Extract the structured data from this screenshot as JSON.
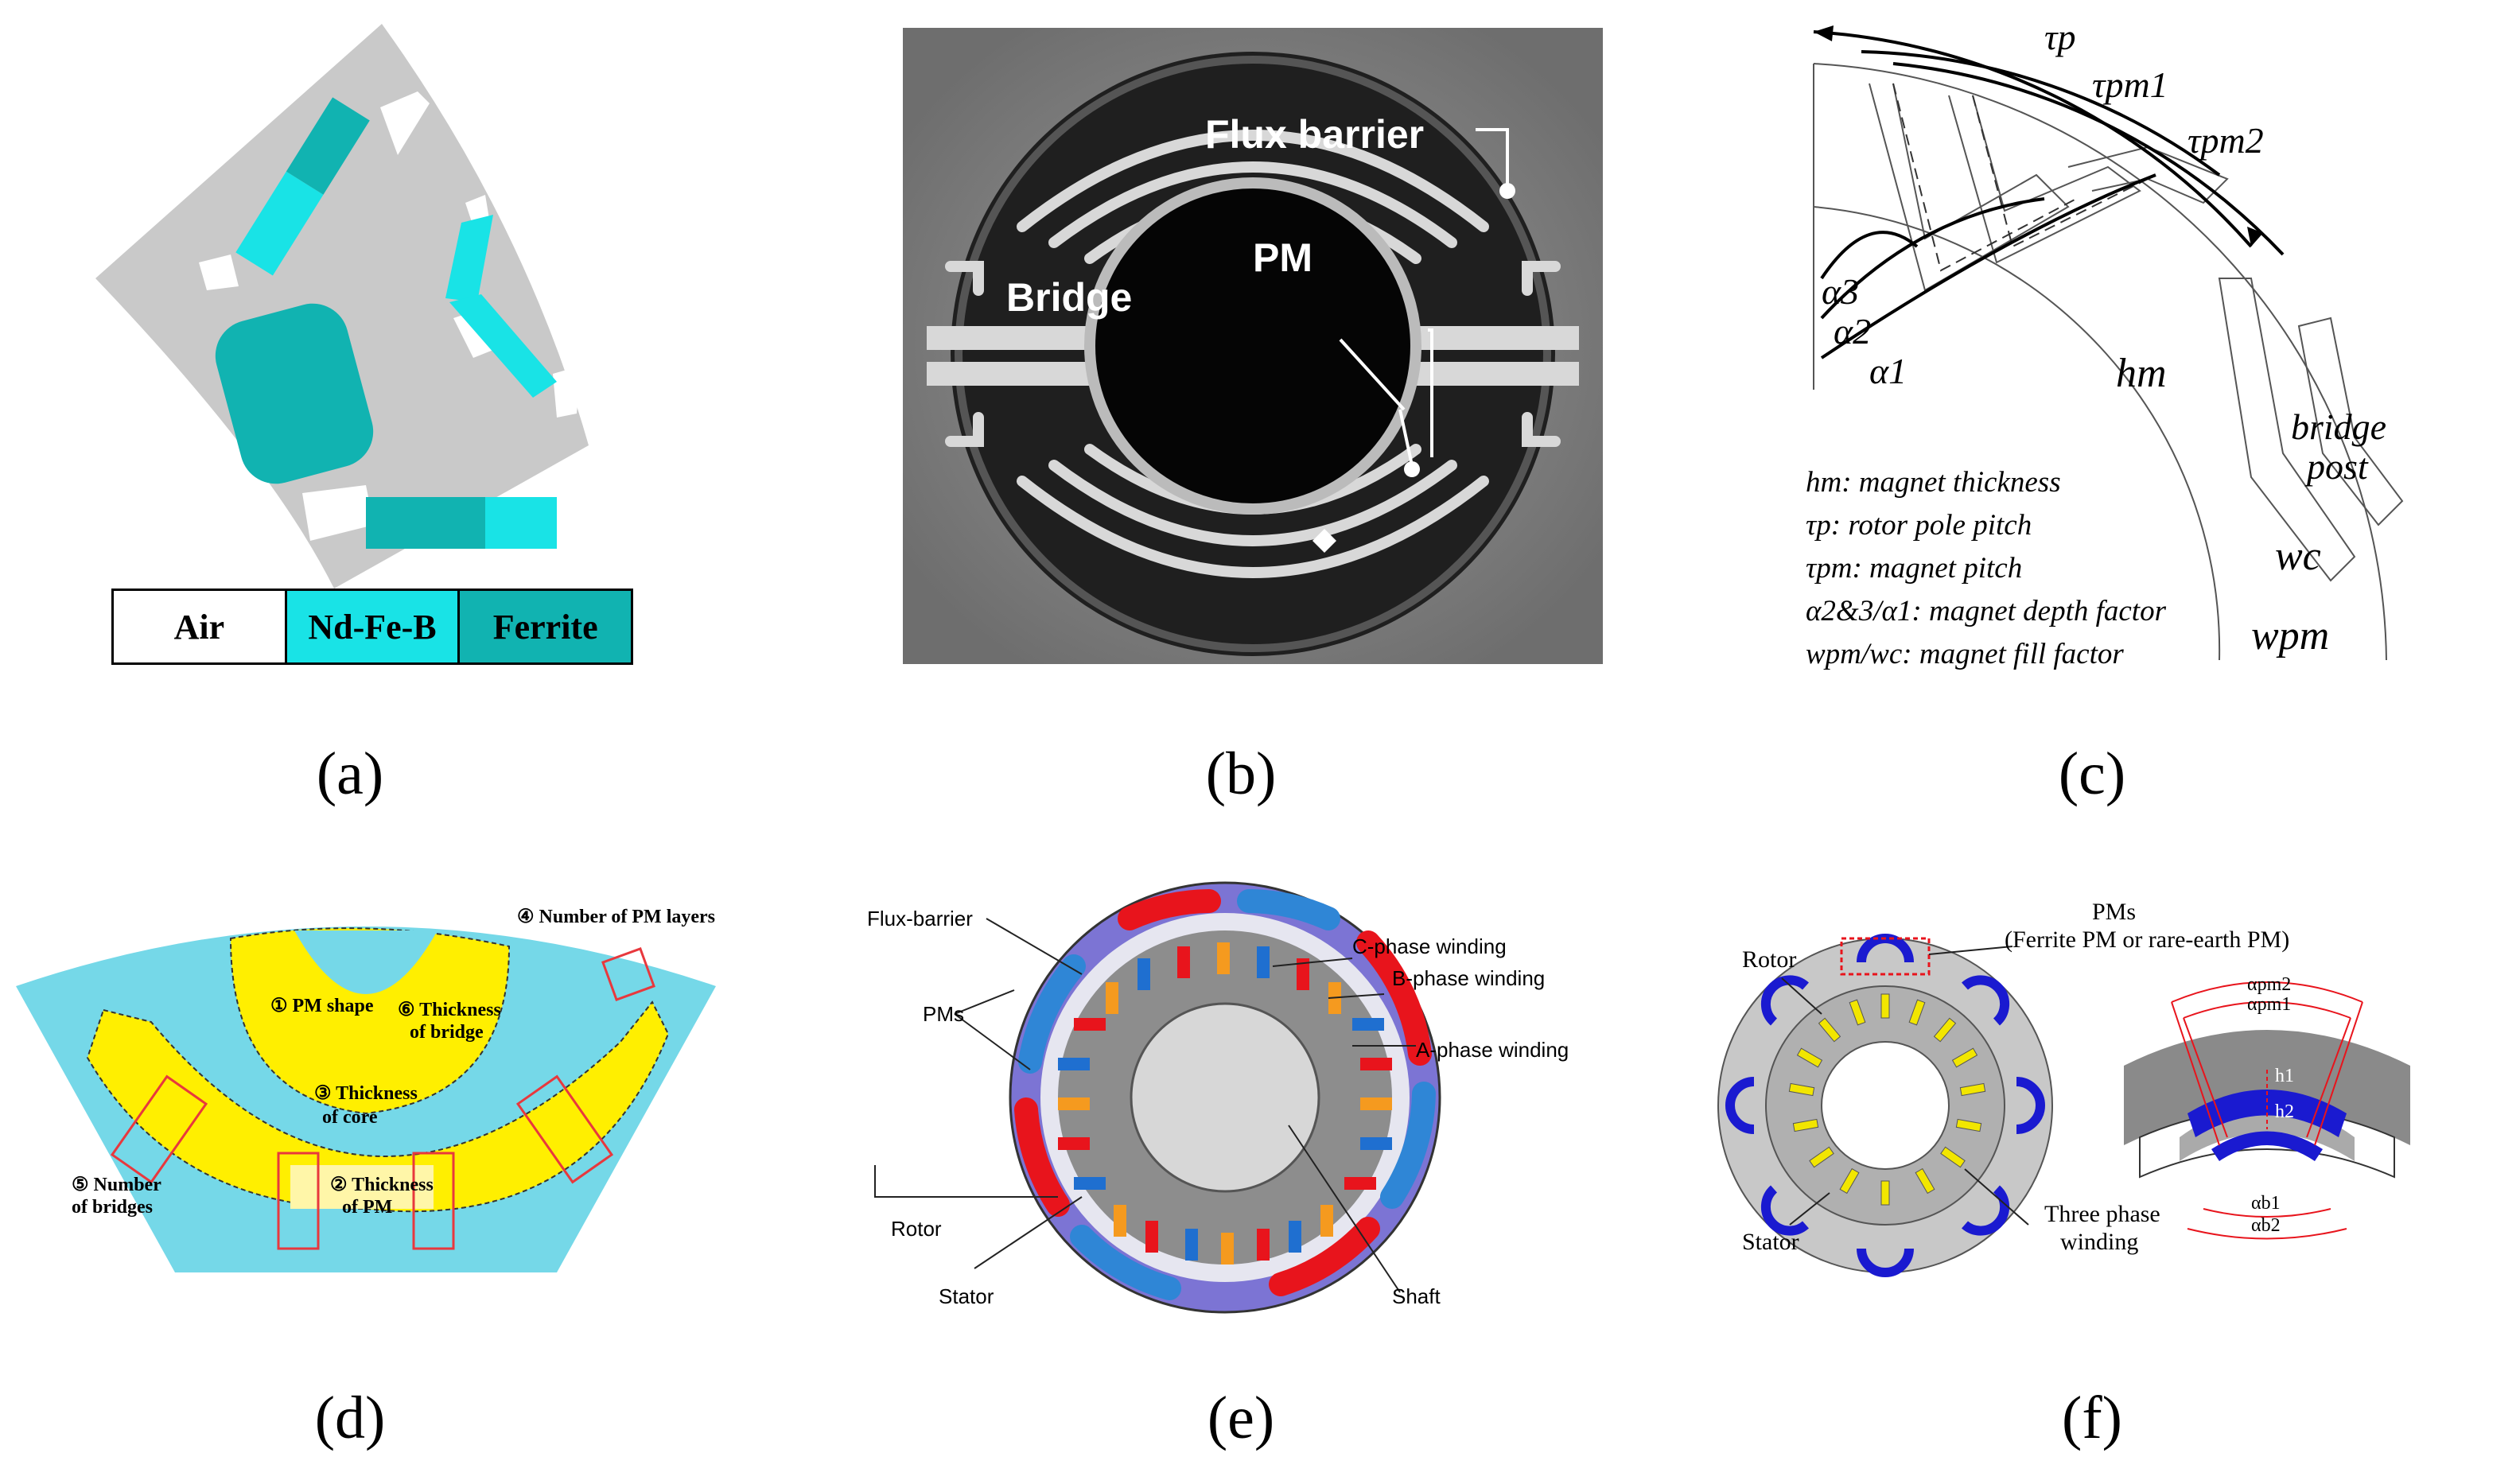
{
  "captions": [
    "(a)",
    "(b)",
    "(c)",
    "(d)",
    "(e)",
    "(f)"
  ],
  "panel_a": {
    "legend": [
      "Air",
      "Nd-Fe-B",
      "Ferrite"
    ],
    "colors": {
      "air": "#ffffff",
      "ndfeb": "#19e3e6",
      "ferrite": "#11b3b1",
      "steel": "#c9c9c9"
    }
  },
  "panel_b": {
    "labels": {
      "flux_barrier": "Flux barrier",
      "pm": "PM",
      "bridge": "Bridge"
    }
  },
  "panel_c": {
    "symbols": {
      "tau_p": "τp",
      "tau_pm1": "τpm1",
      "tau_pm2": "τpm2",
      "alpha3": "α3",
      "alpha2": "α2",
      "alpha1": "α1",
      "h_m": "hm",
      "w_c": "wc",
      "w_pm": "wpm"
    },
    "bridge_post": [
      "bridge",
      "post"
    ],
    "definitions": [
      "hm: magnet thickness",
      "τp: rotor pole pitch",
      "τpm: magnet pitch",
      "α2&3/α1: magnet depth factor",
      "wpm/wc: magnet fill factor"
    ]
  },
  "panel_d": {
    "labels": {
      "pm_layers": "④ Number of PM layers",
      "pm_shape": "① PM shape",
      "bridge_thick_1": "⑥ Thickness",
      "bridge_thick_2": "of bridge",
      "core_thick_1": "③ Thickness",
      "core_thick_2": "of core",
      "pm_thick_1": "② Thickness",
      "pm_thick_2": "of PM",
      "bridges_1": "⑤ Number",
      "bridges_2": "of bridges"
    },
    "colors": {
      "core": "#75d8e8",
      "pm": "#ffef00",
      "pm_light": "#fff6a8",
      "box": "#e8383d"
    }
  },
  "panel_e": {
    "labels": {
      "flux_barrier": "Flux-barrier",
      "c_phase": "C-phase winding",
      "b_phase": "B-phase winding",
      "a_phase": "A-phase winding",
      "pms": "PMs",
      "rotor": "Rotor",
      "stator": "Stator",
      "shaft": "Shaft"
    },
    "colors": {
      "rotor": "#7c74d4",
      "pm_red": "#e8141c",
      "pm_blue": "#2f86d6",
      "coil_a": "#e8141c",
      "coil_b": "#f59a1f",
      "coil_c": "#1f6fd0",
      "stator": "#8d8d8d",
      "shaft": "#d7d7d7"
    }
  },
  "panel_f": {
    "labels": {
      "rotor": "Rotor",
      "pms_1": "PMs",
      "pms_2": "(Ferrite PM or rare-earth PM)",
      "stator": "Stator",
      "winding_1": "Three phase",
      "winding_2": "winding",
      "alpha_pm2": "αpm2",
      "alpha_pm1": "αpm1",
      "h1": "h1",
      "h2": "h2",
      "alpha_b1": "αb1",
      "alpha_b2": "αb2"
    },
    "colors": {
      "body": "#c8c8c8",
      "pm": "#1a1ad0",
      "coil": "#f2e600",
      "annot": "#e8141c"
    }
  }
}
